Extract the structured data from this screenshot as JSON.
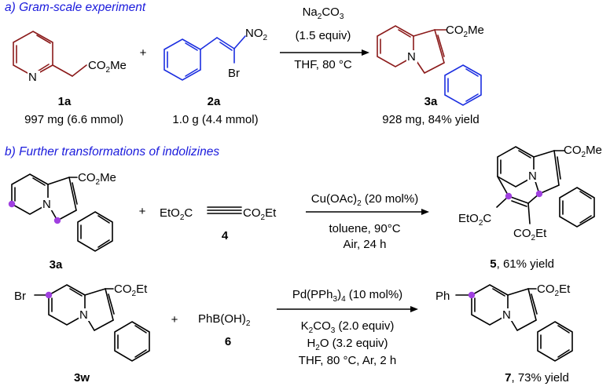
{
  "colors": {
    "section_title": "#1a1adc",
    "reagent_red": "#8b1a1a",
    "reagent_blue": "#1b2ee0",
    "site_dot": "#a040e0"
  },
  "section_a": {
    "title": "a) Gram-scale experiment",
    "plus": "+",
    "reactant1": {
      "id": "1a",
      "amount": "997 mg (6.6 mmol)",
      "group": "CO",
      "group_sub": "2",
      "group_end": "Me",
      "atom_N": "N"
    },
    "reactant2": {
      "id": "2a",
      "amount": "1.0 g (4.4 mmol)",
      "nitro": "NO",
      "nitro_sub": "2",
      "bromo": "Br"
    },
    "conditions": {
      "base": "Na",
      "base_sub": "2",
      "base_end": "CO",
      "base_sub2": "3",
      "equiv": "(1.5 equiv)",
      "solvent": "THF, 80 °C"
    },
    "product": {
      "id": "3a",
      "result": "928 mg, 84% yield",
      "ester": "CO",
      "ester_sub": "2",
      "ester_end": "Me",
      "atom_N": "N"
    }
  },
  "section_b": {
    "title": "b) Further transformations of indolizines",
    "rxn1": {
      "start": {
        "id": "3a",
        "ester": "CO",
        "ester_sub": "2",
        "ester_end": "Me",
        "atom_N": "N"
      },
      "plus": "+",
      "alkyne": {
        "id": "4",
        "left": "EtO",
        "left_sub": "2",
        "left_end": "C",
        "right": "CO",
        "right_sub": "2",
        "right_end": "Et"
      },
      "conditions": {
        "cat": "Cu(OAc)",
        "cat_sub": "2",
        "cat_end": " (20 mol%)",
        "line2": "toluene, 90°C",
        "line3": "Air, 24 h"
      },
      "product": {
        "id": "5",
        "result": ", 61% yield",
        "ester_top": "CO",
        "ester_top_sub": "2",
        "ester_top_end": "Me",
        "ester_left": "EtO",
        "ester_left_sub": "2",
        "ester_left_end": "C",
        "ester_bottom": "CO",
        "ester_bottom_sub": "2",
        "ester_bottom_end": "Et",
        "atom_N": "N"
      }
    },
    "rxn2": {
      "start": {
        "id": "3w",
        "bromo": "Br",
        "ester": "CO",
        "ester_sub": "2",
        "ester_end": "Et",
        "atom_N": "N"
      },
      "plus": "+",
      "boronic": {
        "id": "6",
        "text": "PhB(OH)",
        "sub": "2"
      },
      "conditions": {
        "cat": "Pd(PPh",
        "cat_sub": "3",
        "cat_mid": ")",
        "cat_sub2": "4",
        "cat_end": " (10 mol%)",
        "base": "K",
        "base_sub": "2",
        "base_mid": "CO",
        "base_sub2": "3",
        "base_end": " (2.0 equiv)",
        "water": "H",
        "water_sub": "2",
        "water_end": "O (3.2 equiv)",
        "line4": "THF, 80 °C, Ar, 2 h"
      },
      "product": {
        "id": "7",
        "result": ", 73% yield",
        "phenyl": "Ph",
        "ester": "CO",
        "ester_sub": "2",
        "ester_end": "Et",
        "atom_N": "N"
      }
    }
  }
}
